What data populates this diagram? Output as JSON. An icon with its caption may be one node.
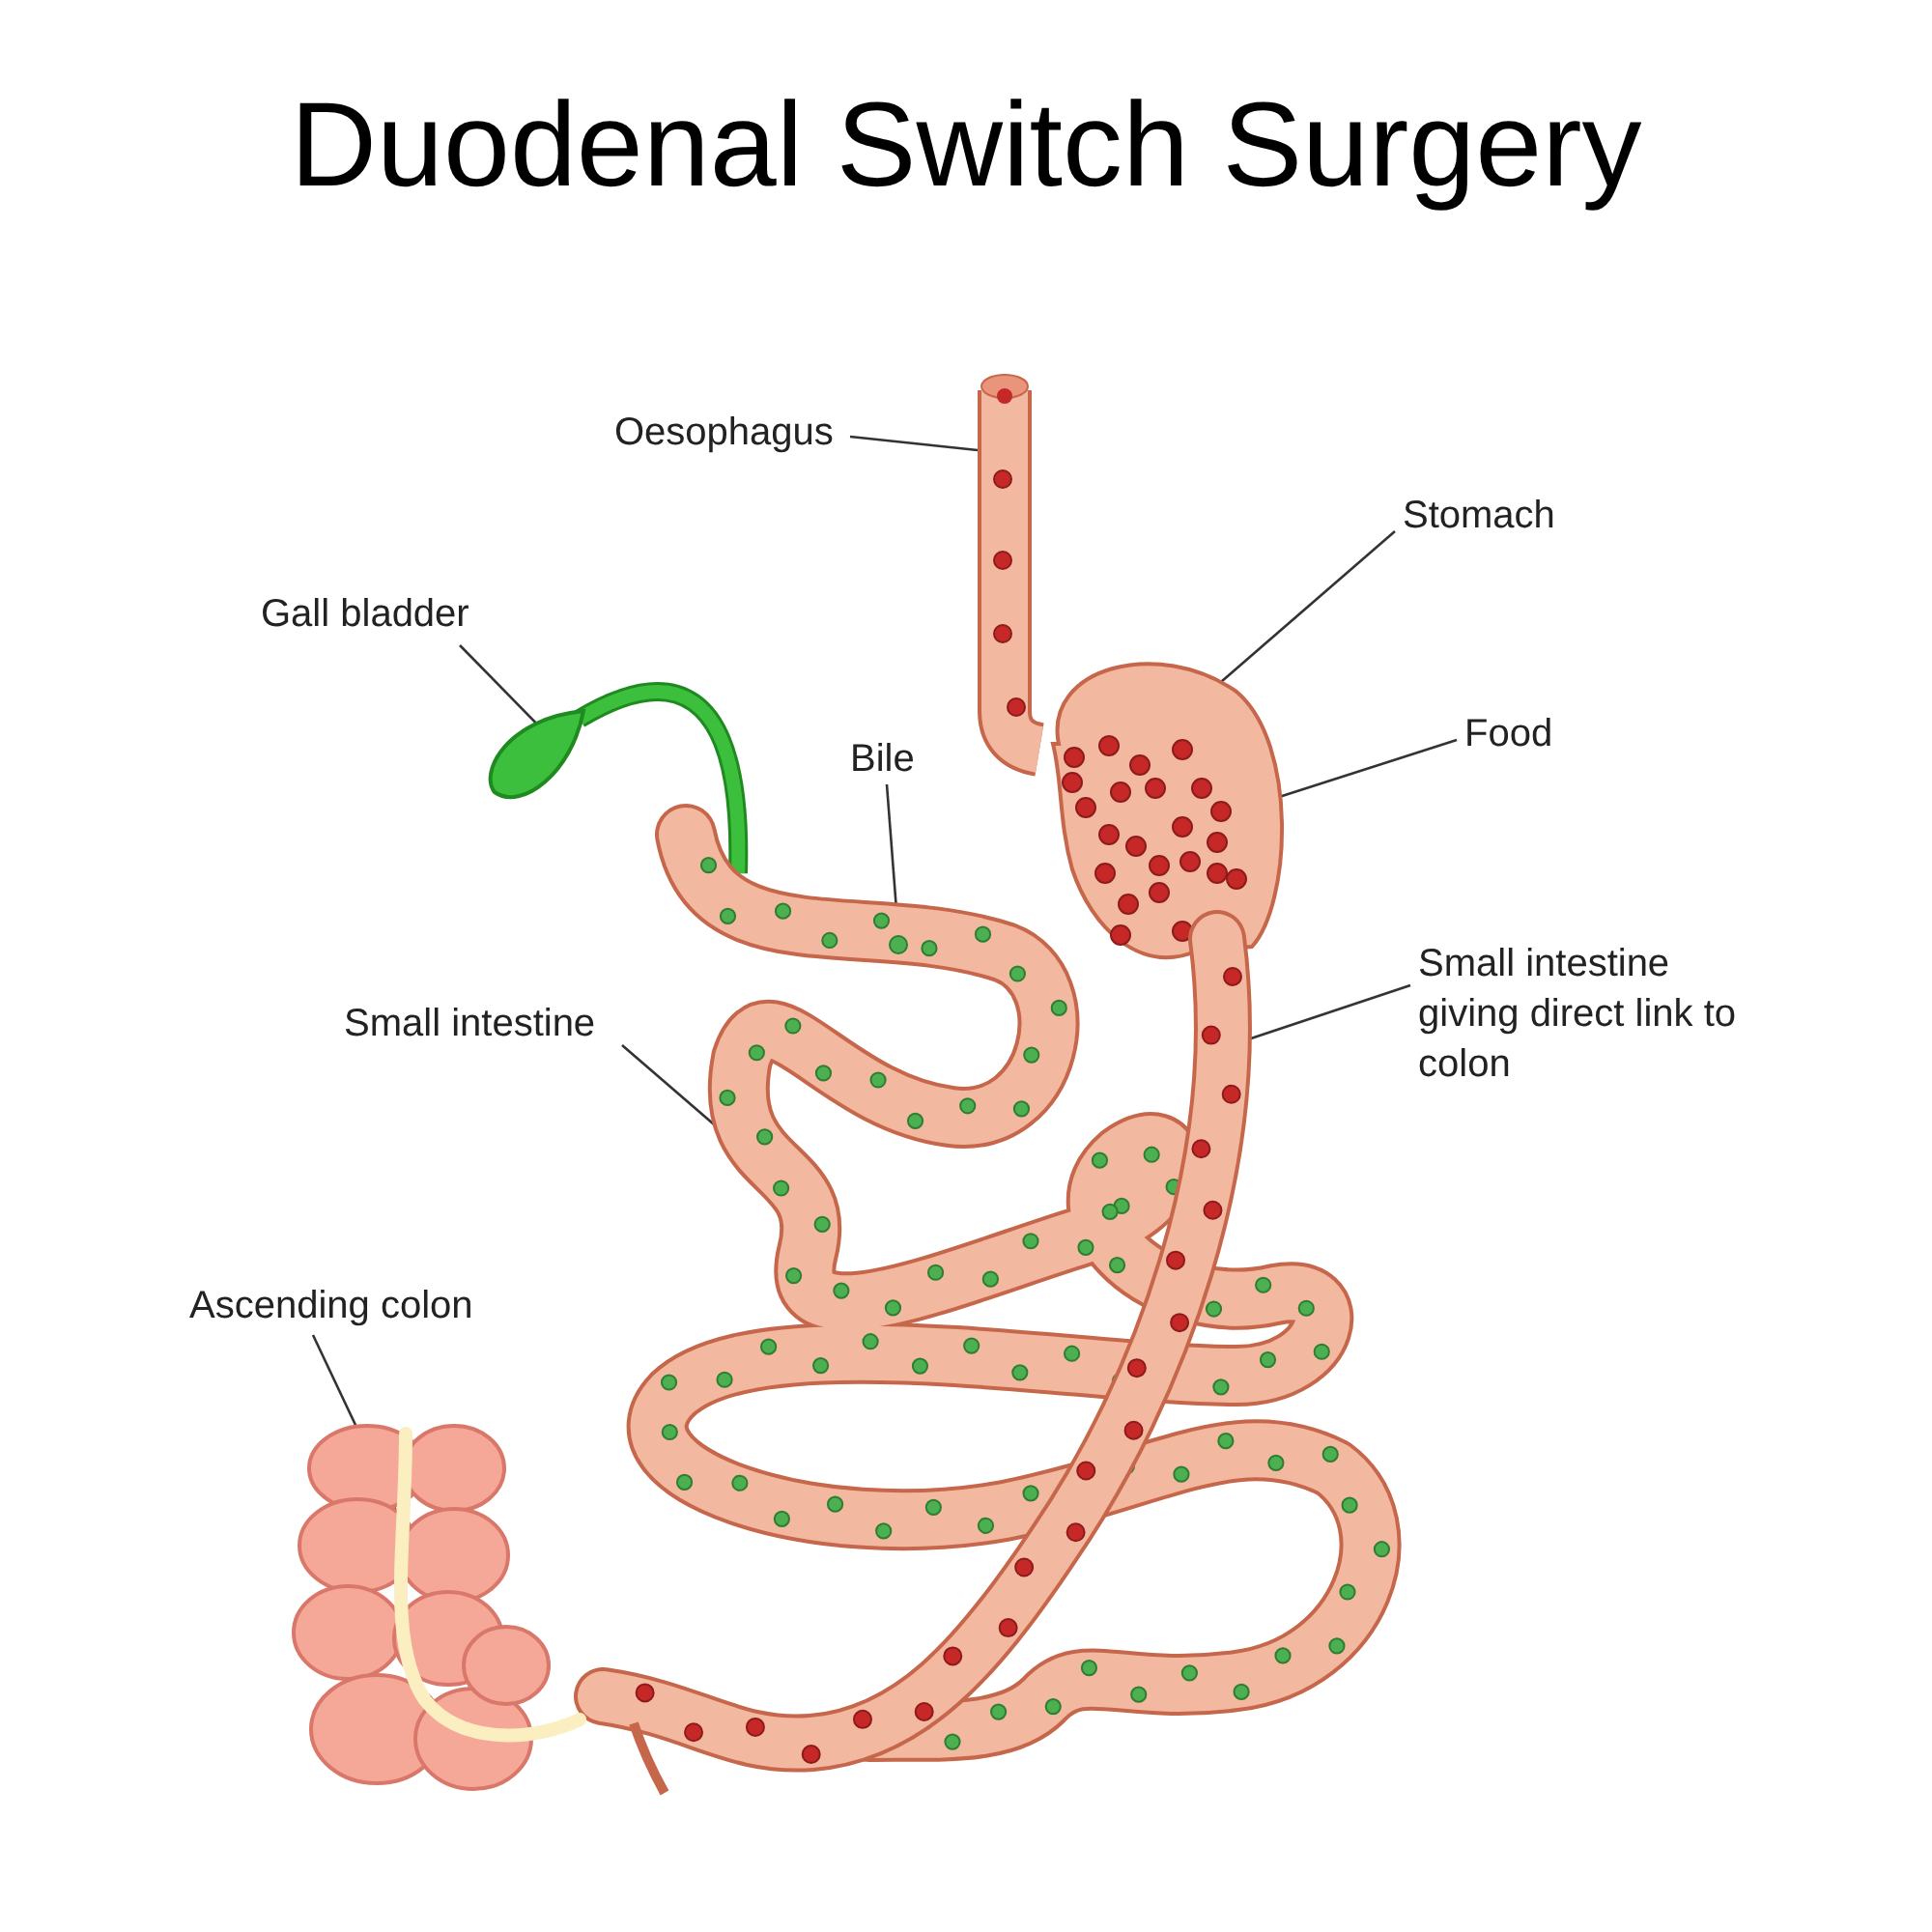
{
  "diagram": {
    "title": "Duodenal Switch Surgery",
    "nodes": [
      {
        "text": [
          "Oesophagus"
        ]
      },
      {
        "text": [
          "Stomach"
        ]
      },
      {
        "text": [
          "Food"
        ]
      },
      {
        "text": [
          "Gall bladder"
        ]
      },
      {
        "text": [
          "Bile"
        ]
      },
      {
        "text": [
          "Small intestine"
        ]
      },
      {
        "text": [
          "Small intestine giving direct link to colon"
        ]
      },
      {
        "text": [
          "Ascending colon"
        ]
      },
      {
        "text": [],
        "shape": "picture"
      },
      {
        "text": [],
        "shape": "picture"
      },
      {
        "text": [],
        "shape": "circle",
        "in": 9
      },
      {
        "text": [],
        "shape": "picture"
      },
      {
        "text": [],
        "shape": "circle",
        "in": 13
      },
      {
        "text": [],
        "shape": "picture"
      },
      {
        "text": [],
        "shape": "picture"
      },
      {
        "text": [],
        "shape": "picture"
      }
    ],
    "edges": [
      {
        "from": 0,
        "to": 8,
        "arrow": "none"
      },
      {
        "from": 1,
        "to": 9,
        "arrow": "none"
      },
      {
        "from": 2,
        "to": 10,
        "arrow": "none"
      },
      {
        "from": 3,
        "to": 11,
        "arrow": "none"
      },
      {
        "from": 4,
        "to": 12,
        "arrow": "none"
      },
      {
        "from": 5,
        "to": 13,
        "arrow": "none"
      },
      {
        "from": 6,
        "to": 14,
        "arrow": "none"
      },
      {
        "from": 7,
        "to": 15,
        "arrow": "none"
      }
    ]
  }
}
